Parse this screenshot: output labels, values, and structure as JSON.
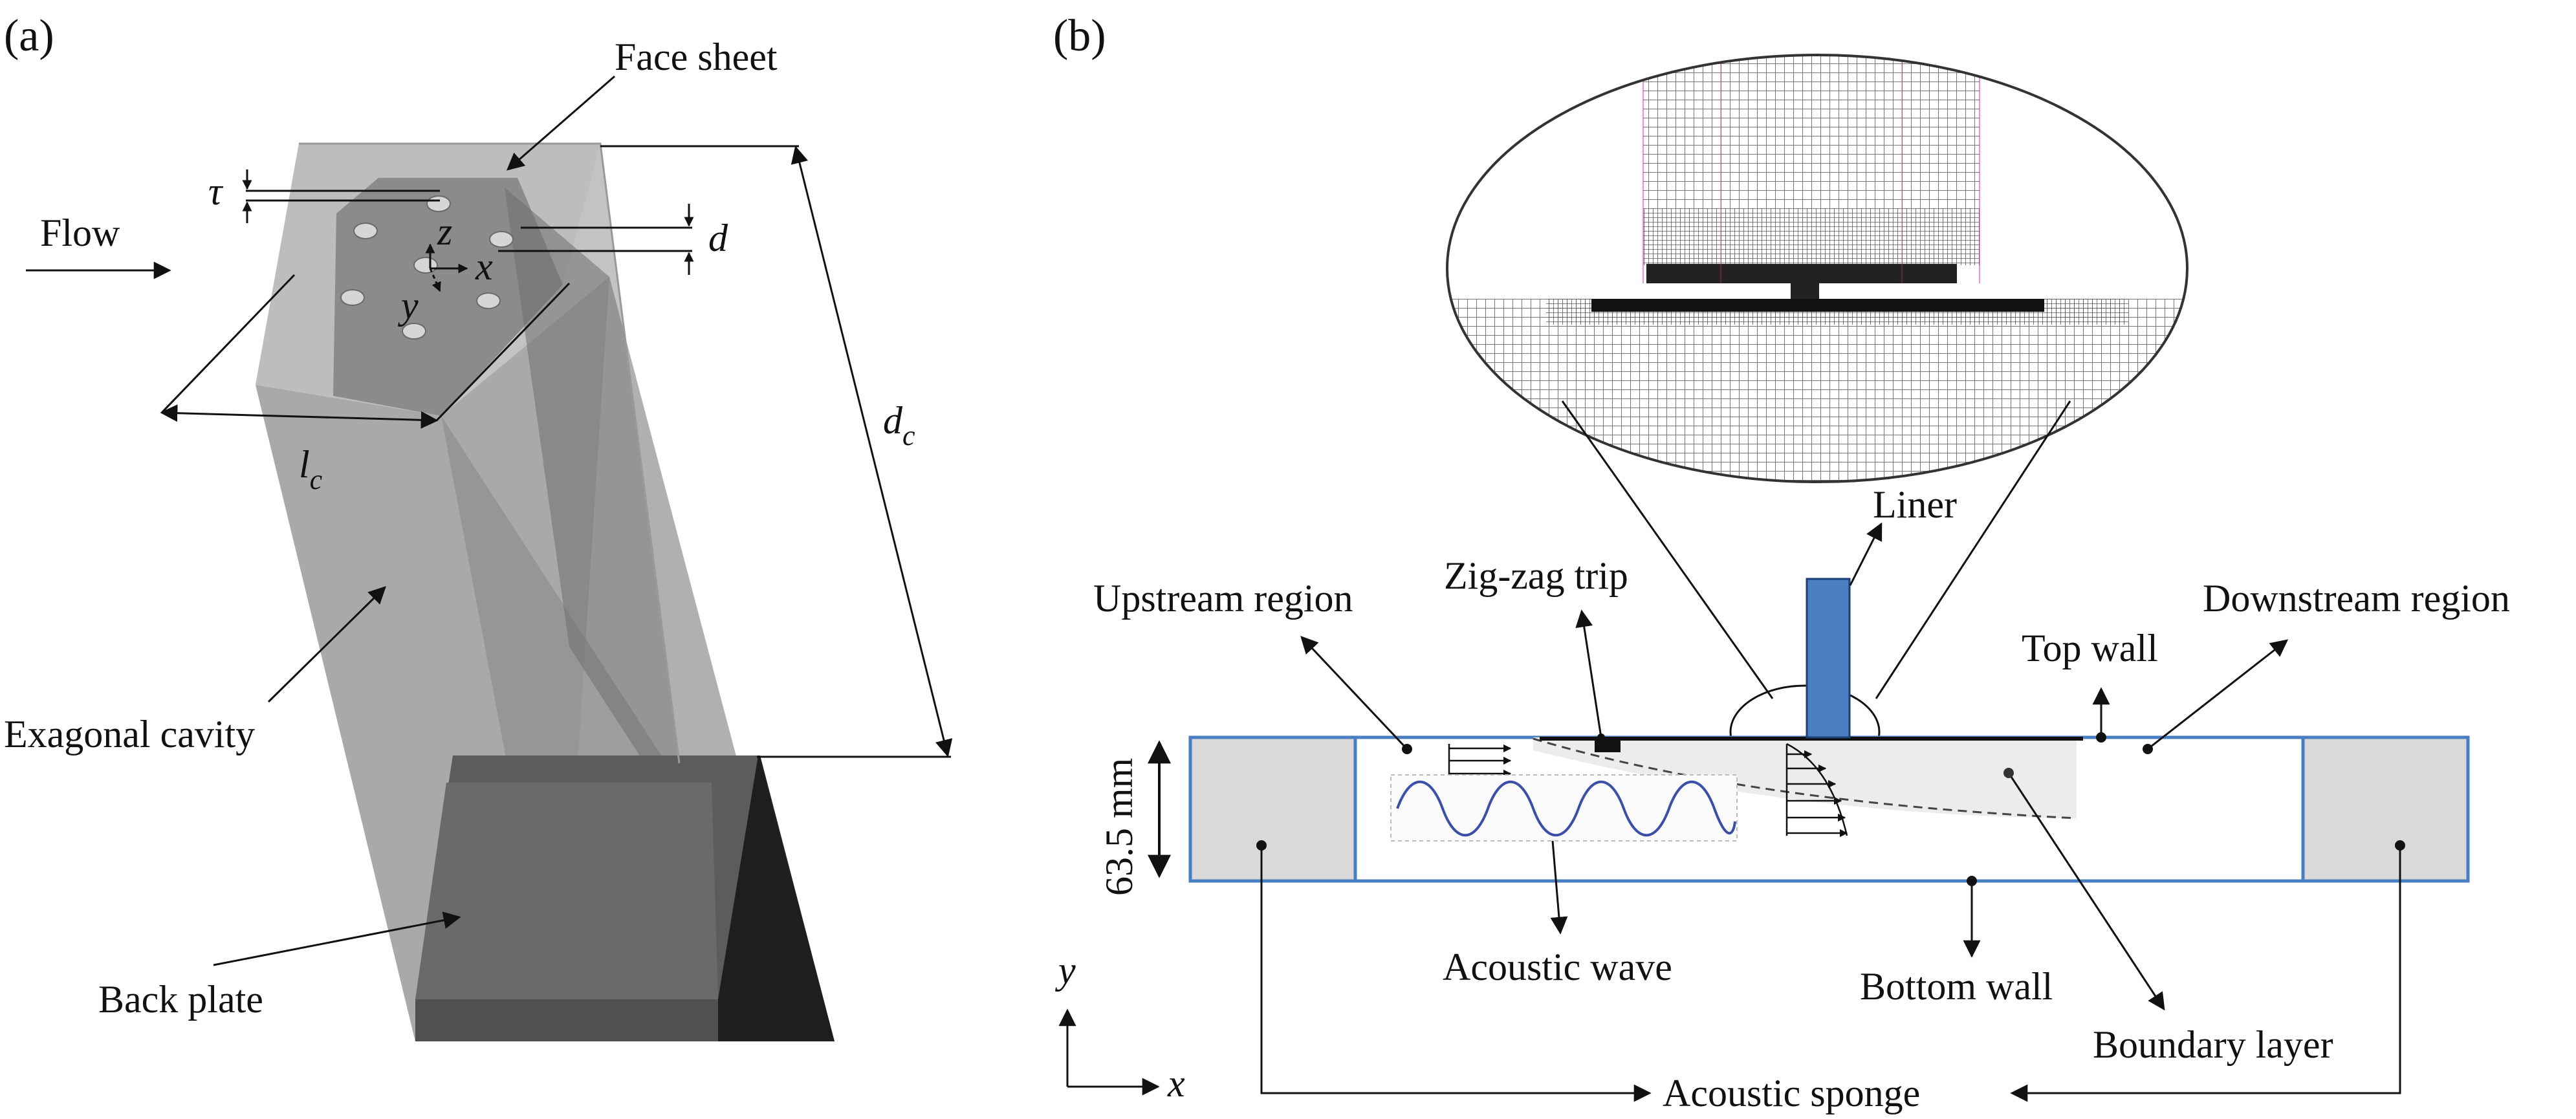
{
  "panel_a": {
    "panel_label": "(a)",
    "labels": {
      "face_sheet": "Face sheet",
      "flow": "Flow",
      "tau": "τ",
      "d": "d",
      "d_c_main": "d",
      "d_c_sub": "c",
      "l_c_main": "l",
      "l_c_sub": "c",
      "exagonal_cavity": "Exagonal cavity",
      "back_plate": "Back plate",
      "axis_x": "x",
      "axis_y": "y",
      "axis_z": "z"
    }
  },
  "panel_b": {
    "panel_label": "(b)",
    "labels": {
      "liner": "Liner",
      "zigzag_trip": "Zig-zag trip",
      "upstream_region": "Upstream region",
      "downstream_region": "Downstream region",
      "top_wall": "Top wall",
      "height": "63.5 mm",
      "acoustic_wave": "Acoustic wave",
      "bottom_wall": "Bottom wall",
      "boundary_layer": "Boundary layer",
      "acoustic_sponge": "Acoustic sponge",
      "axis_x": "x",
      "axis_y": "y"
    }
  },
  "colors": {
    "liner_blue": "#4a7ec2",
    "duct_outline": "#4a7ec2",
    "sponge_fill": "#d9d9d9",
    "wave_blue": "#3c4fa8"
  }
}
